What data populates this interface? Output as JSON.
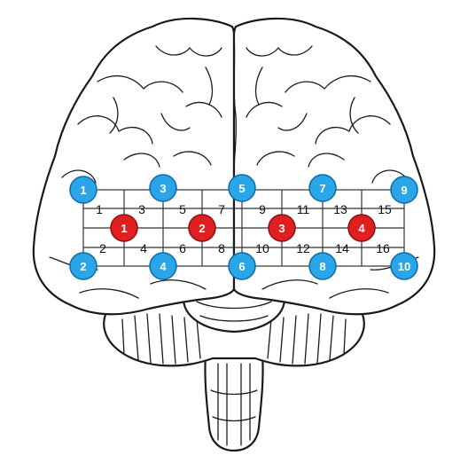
{
  "diagram": {
    "colors": {
      "source": "#e02020",
      "detector": "#2aa6e8",
      "outline": "#1a1a1a",
      "grid": "#333333"
    },
    "sources": [
      {
        "id": "1",
        "label": "1"
      },
      {
        "id": "2",
        "label": "2"
      },
      {
        "id": "3",
        "label": "3"
      },
      {
        "id": "4",
        "label": "4"
      }
    ],
    "detectors": [
      {
        "id": "1",
        "label": "1"
      },
      {
        "id": "2",
        "label": "2"
      },
      {
        "id": "3",
        "label": "3"
      },
      {
        "id": "4",
        "label": "4"
      },
      {
        "id": "5",
        "label": "5"
      },
      {
        "id": "6",
        "label": "6"
      },
      {
        "id": "7",
        "label": "7"
      },
      {
        "id": "8",
        "label": "8"
      },
      {
        "id": "9",
        "label": "9"
      },
      {
        "id": "10",
        "label": "10"
      }
    ],
    "channels": [
      "1",
      "2",
      "3",
      "4",
      "5",
      "6",
      "7",
      "8",
      "9",
      "10",
      "11",
      "12",
      "13",
      "14",
      "15",
      "16"
    ]
  }
}
